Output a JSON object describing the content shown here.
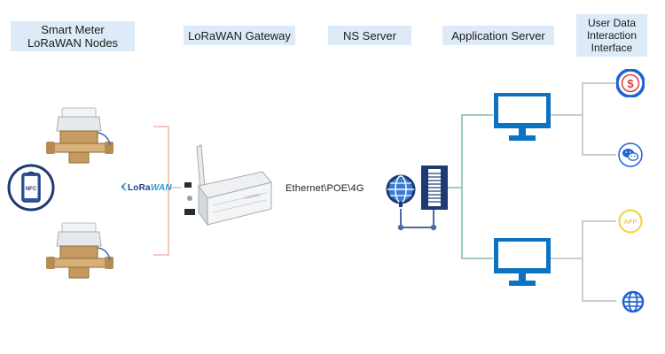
{
  "headers": {
    "nodes": "Smart Meter\nLoRaWAN Nodes",
    "gateway": "LoRaWAN Gateway",
    "ns": "NS Server",
    "app": "Application Server",
    "user": "User Data\nInteraction\nInterface"
  },
  "lorawan_logo": {
    "part1": "LoRa",
    "part2": "WAN"
  },
  "link_label": "Ethernet\\POE\\4G",
  "nfc_label": "NFC",
  "app_icon_label": "APP",
  "gateway_brand": "Lansitec",
  "colors": {
    "header_bg": "#dcebf7",
    "monitor_blue": "#0a73c3",
    "server_navy": "#1e3a73",
    "ns_line": "#4e6ba6",
    "green_line": "#8fc9b3",
    "gray_line": "#b9bec4",
    "salmon_line": "#f3b7a8",
    "user_icon_blue": "#1d62d6",
    "app_icon_yellow": "#f2d23a"
  }
}
